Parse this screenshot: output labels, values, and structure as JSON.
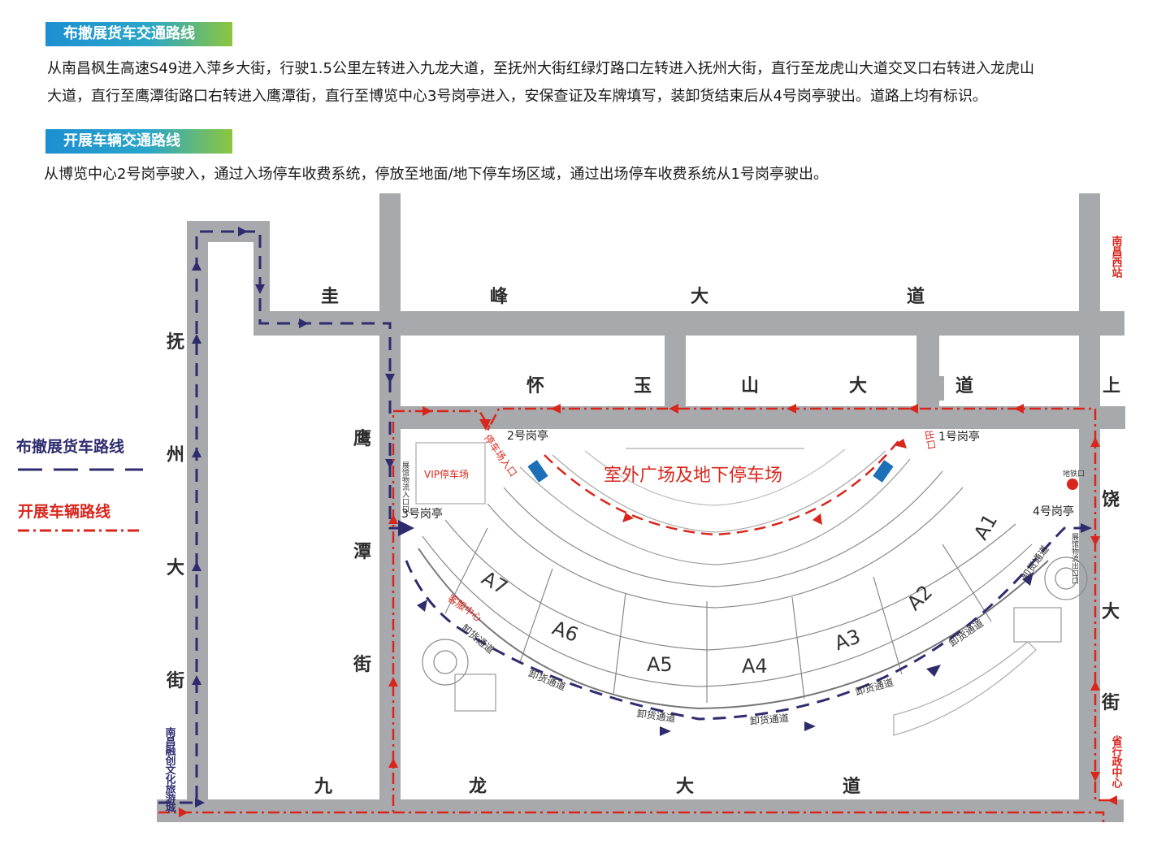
{
  "sections": {
    "truck": {
      "title": "布撤展货车交通路线",
      "text_line1": "从南昌枫生高速S49进入萍乡大街，行驶1.5公里左转进入九龙大道，至抚州大街红绿灯路口左转进入抚州大街，直行至龙虎山大道交叉口右转进入龙虎山",
      "text_line2": "大道，直行至鹰潭街路口右转进入鹰潭街，直行至博览中心3号岗亭进入，安保查证及车牌填写，装卸货结束后从4号岗亭驶出。道路上均有标识。"
    },
    "vehicle": {
      "title": "开展车辆交通路线",
      "text": "从博览中心2号岗亭驶入，通过入场停车收费系统，停放至地面/地下停车场区域，通过出场停车收费系统从1号岗亭驶出。"
    }
  },
  "legend": {
    "truck_route": "布撤展货车路线",
    "vehicle_route": "开展车辆路线"
  },
  "roads": {
    "guifeng": [
      "圭",
      "峰",
      "大",
      "道"
    ],
    "huaiyu": [
      "怀",
      "玉",
      "山",
      "大",
      "道"
    ],
    "fuzhou": [
      "抚",
      "州",
      "大",
      "街"
    ],
    "yingtan": [
      "鹰",
      "潭",
      "街"
    ],
    "jiulong": [
      "九",
      "龙",
      "大",
      "道"
    ],
    "raoda": [
      "饶",
      "大",
      "街"
    ],
    "shang": "上"
  },
  "booths": {
    "b1": "1号岗亭",
    "b2": "2号岗亭",
    "b3": "3号岗亭",
    "b4": "4号岗亭"
  },
  "venue": {
    "plaza": "室外广场及地下停车场",
    "halls": [
      "A1",
      "A2",
      "A3",
      "A4",
      "A5",
      "A6",
      "A7"
    ],
    "vip_parking": "VIP停车场",
    "metro": "地铁口",
    "unloading_lane": "卸货通道",
    "service_center": "客服中心",
    "exit_label": "出口",
    "entry_label": "停车场入口",
    "west_gate": "展馆物流入口口",
    "east_gate": "展馆物流出口口"
  },
  "side_labels": {
    "nanchang_west": "南昌西站",
    "culture_city": "南昌融创文化旅游城",
    "gov_center": "省行政中心"
  },
  "colors": {
    "road": "#a7a9ac",
    "truck_route": "#2e2c6e",
    "vehicle_route": "#d9261c",
    "heading_start": "#1d8fd2",
    "heading_end": "#8cc63f"
  }
}
